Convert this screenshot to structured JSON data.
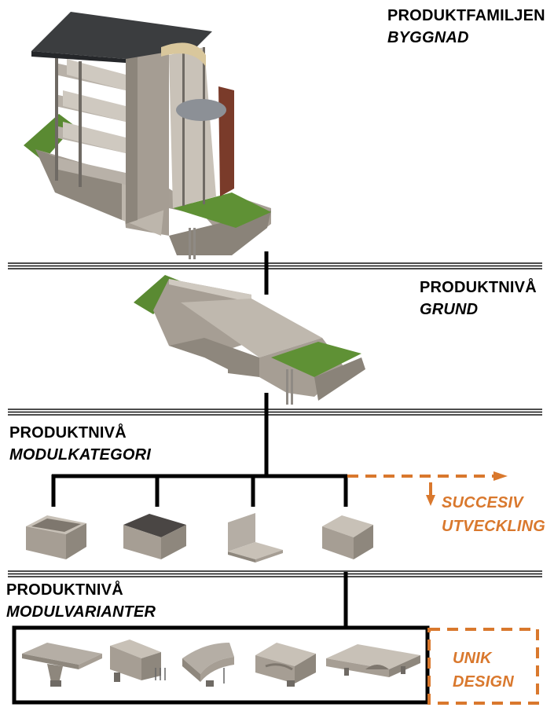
{
  "levels": {
    "family": {
      "title": "PRODUKTFAMILJEN",
      "subtitle": "BYGGNAD"
    },
    "level_grund": {
      "title": "PRODUKTNIVÅ",
      "subtitle": "GRUND"
    },
    "level_kategori": {
      "title": "PRODUKTNIVÅ",
      "subtitle": "MODULKATEGORI"
    },
    "level_varianter": {
      "title": "PRODUKTNIVÅ",
      "subtitle": "MODULVARIANTER"
    }
  },
  "annotations": {
    "succesiv": {
      "line1": "SUCCESIV",
      "line2": "UTVECKLING"
    },
    "unik": {
      "line1": "UNIK",
      "line2": "DESIGN"
    }
  },
  "colors": {
    "accent": "#d9782d",
    "concrete": "#b5aea5",
    "grass": "#5a8a32",
    "roof": "#3b3d3f",
    "brick": "#7a3b2a"
  }
}
